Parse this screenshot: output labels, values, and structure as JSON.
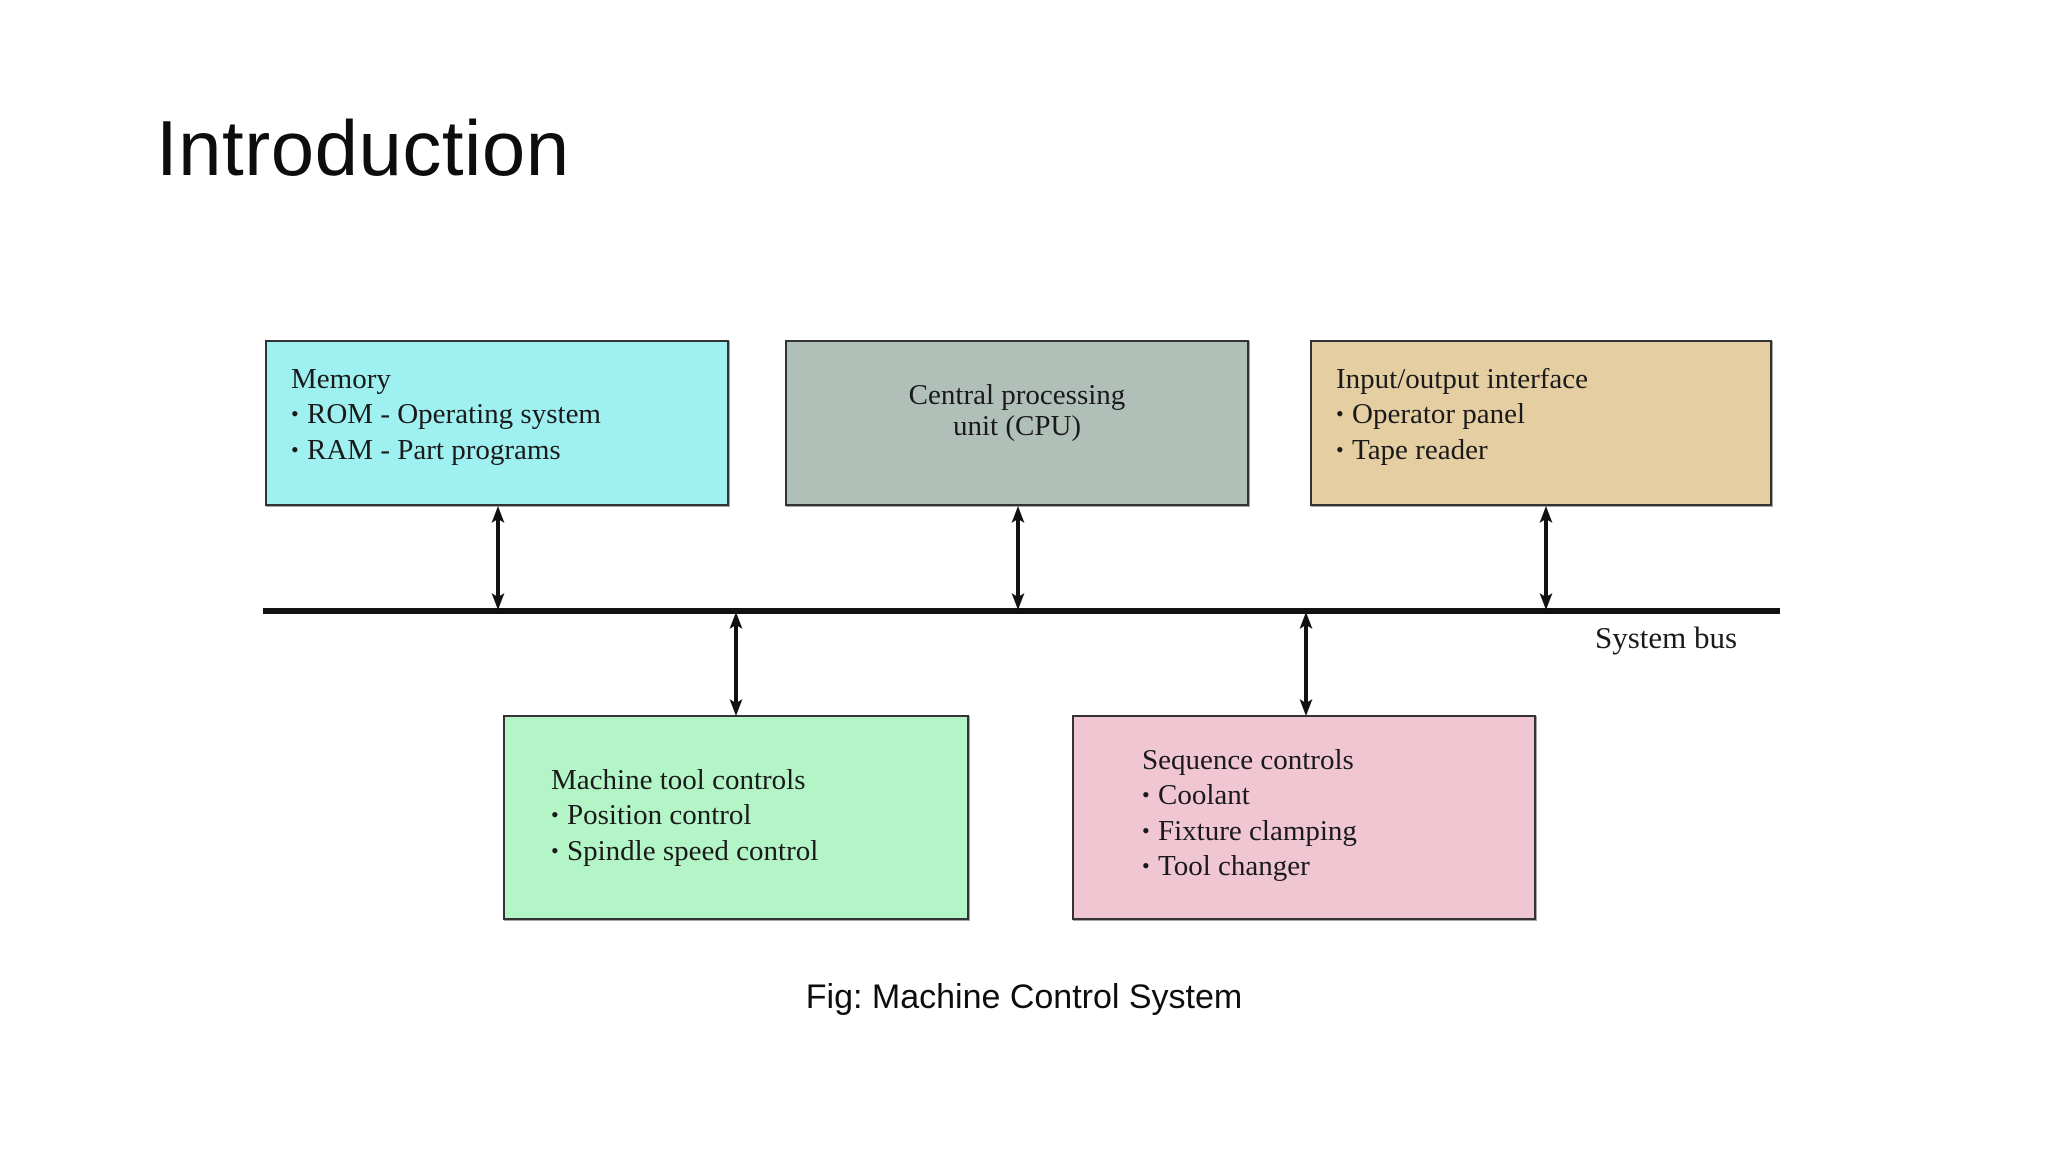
{
  "slide": {
    "title": "Introduction",
    "background_color": "#ffffff"
  },
  "figure": {
    "caption": "Fig: Machine Control System",
    "bus_label": "System bus",
    "bus_color": "#111111",
    "nodes": [
      {
        "id": "memory",
        "title": "Memory",
        "items": [
          "ROM - Operating system",
          "RAM - Part programs"
        ],
        "color": "#9ff0f0",
        "border_color": "#333333",
        "align": "left",
        "row": "top"
      },
      {
        "id": "cpu",
        "title": "Central processing unit (CPU)",
        "title_line1": "Central processing",
        "title_line2": "unit (CPU)",
        "items": [],
        "color": "#b0bfb8",
        "border_color": "#333333",
        "align": "center",
        "row": "top"
      },
      {
        "id": "io",
        "title": "Input/output interface",
        "items": [
          "Operator panel",
          "Tape reader"
        ],
        "color": "#e6cea3",
        "border_color": "#333333",
        "align": "left",
        "row": "top"
      },
      {
        "id": "machine",
        "title": "Machine tool controls",
        "items": [
          "Position control",
          "Spindle speed control"
        ],
        "color": "#b3f5c6",
        "border_color": "#333333",
        "align": "left",
        "row": "bottom"
      },
      {
        "id": "sequence",
        "title": "Sequence controls",
        "items": [
          "Coolant",
          "Fixture clamping",
          "Tool changer"
        ],
        "color": "#f0c6d2",
        "border_color": "#333333",
        "align": "left",
        "row": "bottom"
      }
    ],
    "connectors": [
      {
        "id": "memory-to-bus",
        "from": "memory",
        "to": "system-bus",
        "type": "double-arrow"
      },
      {
        "id": "cpu-to-bus",
        "from": "cpu",
        "to": "system-bus",
        "type": "double-arrow"
      },
      {
        "id": "io-to-bus",
        "from": "io",
        "to": "system-bus",
        "type": "double-arrow"
      },
      {
        "id": "bus-to-machine",
        "from": "system-bus",
        "to": "machine",
        "type": "double-arrow"
      },
      {
        "id": "bus-to-sequence",
        "from": "system-bus",
        "to": "sequence",
        "type": "double-arrow"
      }
    ]
  }
}
